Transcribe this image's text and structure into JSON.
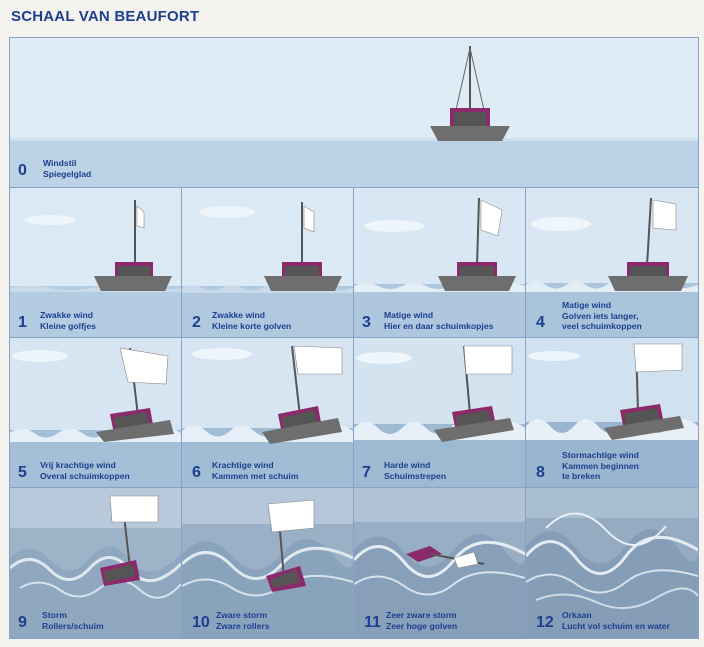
{
  "title": "SCHAAL VAN BEAUFORT",
  "panels": [
    {
      "number": "0",
      "line1": "Windstil",
      "line2": "Spiegelglad",
      "line3": ""
    },
    {
      "number": "1",
      "line1": "Zwakke wind",
      "line2": "Kleine golfjes",
      "line3": ""
    },
    {
      "number": "2",
      "line1": "Zwakke wind",
      "line2": "Kleine korte golven",
      "line3": ""
    },
    {
      "number": "3",
      "line1": "Matige wind",
      "line2": "Hier en daar schuimkopjes",
      "line3": ""
    },
    {
      "number": "4",
      "line1": "Matige wind",
      "line2": "Golven iets langer,",
      "line3": "veel schuimkoppen"
    },
    {
      "number": "5",
      "line1": "Vrij krachtige wind",
      "line2": "Overal schuimkoppen",
      "line3": ""
    },
    {
      "number": "6",
      "line1": "Krachtige wind",
      "line2": "Kammen met schuim",
      "line3": ""
    },
    {
      "number": "7",
      "line1": "Harde wind",
      "line2": "Schuimstrepen",
      "line3": ""
    },
    {
      "number": "8",
      "line1": "Stormachtige wind",
      "line2": "Kammen beginnen",
      "line3": "te breken"
    },
    {
      "number": "9",
      "line1": "Storm",
      "line2": "Rollers/schuim",
      "line3": ""
    },
    {
      "number": "10",
      "line1": "Zware storm",
      "line2": "Zware rollers",
      "line3": ""
    },
    {
      "number": "11",
      "line1": "Zeer zware storm",
      "line2": "Zeer hoge golven",
      "line3": ""
    },
    {
      "number": "12",
      "line1": "Orkaan",
      "line2": "Lucht vol schuim en water",
      "line3": ""
    }
  ],
  "colors": {
    "title": "#1c3f8f",
    "sky": "#d6e6f2",
    "sea": "#a9c3da",
    "hull": "#6e6e6e",
    "cabin": "#8a2a6a"
  }
}
